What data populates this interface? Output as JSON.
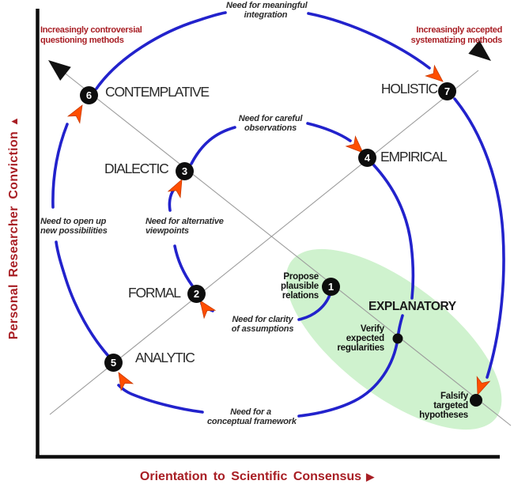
{
  "axes": {
    "y": {
      "label": "Personal Researcher Conviction",
      "arrow": "▲"
    },
    "x": {
      "label": "Orientation to Scientific Consensus",
      "arrow": "▶"
    }
  },
  "corner_notes": {
    "left": {
      "line1": "Increasingly controversial",
      "bold": "questioning",
      "rest": " methods"
    },
    "right": {
      "line1": "Increasingly accepted",
      "bold": "systematizing",
      "rest": " methods"
    }
  },
  "stages": {
    "n1": {
      "num": "1"
    },
    "n2": {
      "num": "2",
      "label": "FORMAL"
    },
    "n3": {
      "num": "3",
      "label": "DIALECTIC"
    },
    "n4": {
      "num": "4",
      "label": "EMPIRICAL"
    },
    "n5": {
      "num": "5",
      "label": "ANALYTIC"
    },
    "n6": {
      "num": "6",
      "label": "CONTEMPLATIVE"
    },
    "n7": {
      "num": "7",
      "label": "HOLISTIC"
    }
  },
  "explanatory_label": "EXPLANATORY",
  "milestones": {
    "propose": {
      "l1": "Propose",
      "l2": "plausible",
      "l3": "relations"
    },
    "verify": {
      "l1": "Verify",
      "l2": "expected",
      "l3": "regularities"
    },
    "falsify": {
      "l1": "Falsify",
      "l2": "targeted",
      "l3": "hypotheses"
    }
  },
  "needs": {
    "integration": {
      "l1": "Need for meaningful",
      "l2": "integration"
    },
    "observations": {
      "l1": "Need for careful",
      "l2": "observations"
    },
    "viewpoints": {
      "l1": "Need for alternative",
      "l2": "viewpoints"
    },
    "possibilities": {
      "l1": "Need to open up",
      "l2": "new possibilities"
    },
    "clarity": {
      "l1": "Need for clarity",
      "l2": "of assumptions"
    },
    "framework": {
      "l1": "Need for a",
      "l2": "conceptual framework"
    }
  },
  "colors": {
    "axis_red": "#A81E24",
    "spiral_blue": "#2222CC",
    "arrow_orange": "#FF4E00",
    "highlight_green": "#CFF2CE",
    "node_black": "#0D0D0D",
    "guide_gray": "#9C9C9C"
  }
}
